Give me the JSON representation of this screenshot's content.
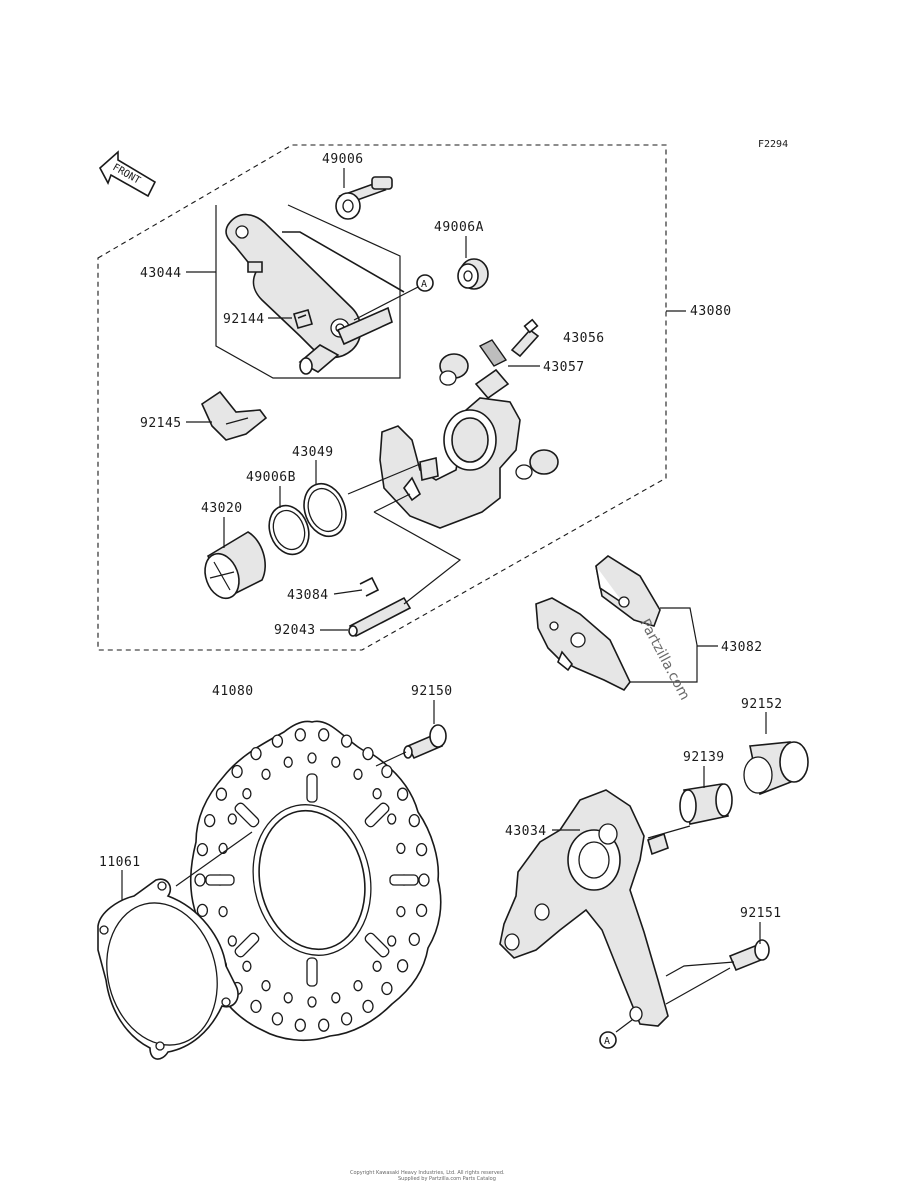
{
  "figure_code": "F2294",
  "front_arrow_label": "FRONT",
  "watermark": "Partzilla.com",
  "reference_mark": "A",
  "footer_lines": [
    "Copyright Kawasaki Heavy Industries, Ltd. All rights reserved.",
    "Supplied by Partzilla.com Parts Catalog"
  ],
  "callouts": {
    "p49006": "49006",
    "p49006A": "49006A",
    "p43044": "43044",
    "p92144": "92144",
    "p43056": "43056",
    "p43057": "43057",
    "p43080": "43080",
    "p92145": "92145",
    "p43049": "43049",
    "p49006B": "49006B",
    "p43020": "43020",
    "p43084": "43084",
    "p92043": "92043",
    "p43082": "43082",
    "p41080": "41080",
    "p92150": "92150",
    "p92152": "92152",
    "p92139": "92139",
    "p43034": "43034",
    "p11061": "11061",
    "p92151": "92151"
  }
}
